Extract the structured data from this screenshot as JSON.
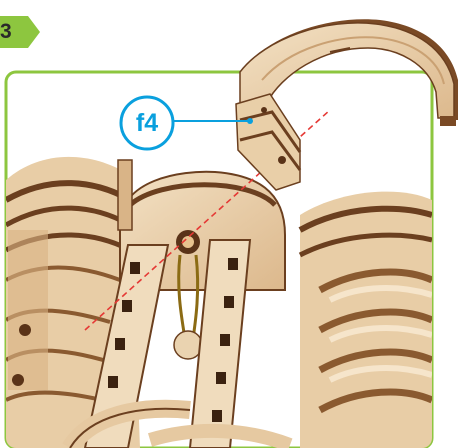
{
  "step": {
    "number": "3",
    "badge_color": "#8dc63f"
  },
  "callout": {
    "label": "f4",
    "color": "#0aa0de"
  },
  "frame": {
    "border_color": "#8dc63f"
  },
  "assembly_line": {
    "color": "#e53935",
    "style": "dashed"
  },
  "wood": {
    "light": "#efd9b8",
    "mid": "#d9b487",
    "dark": "#6b3f1f",
    "burn": "#8a5a30"
  }
}
